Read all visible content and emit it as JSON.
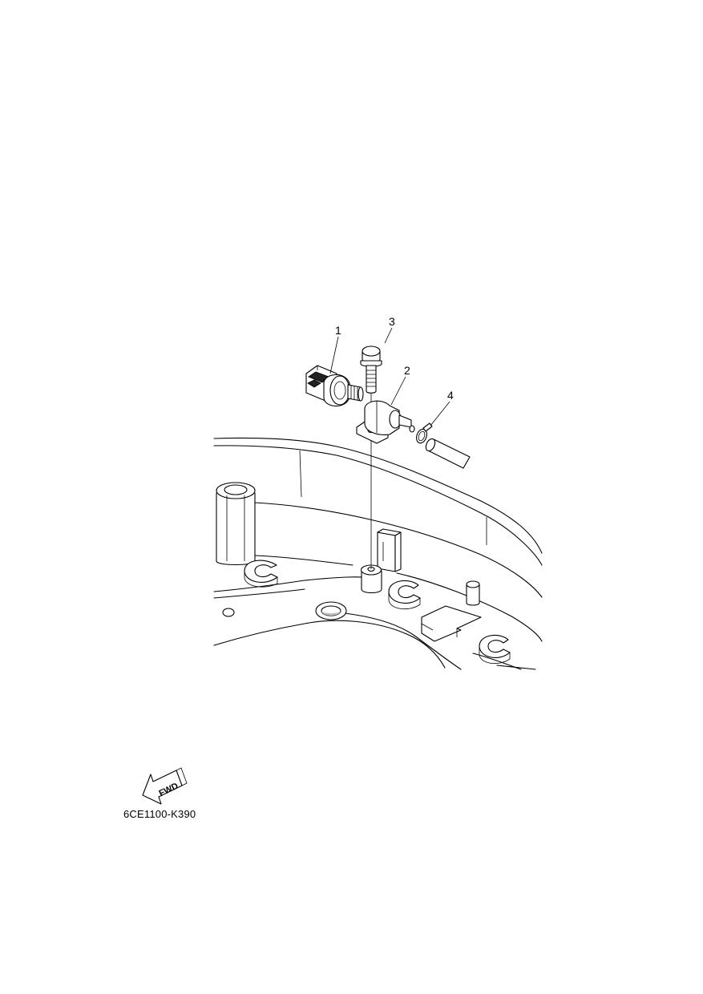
{
  "callouts": [
    {
      "id": "callout-1",
      "text": "1",
      "part": "oil-pressure-switch"
    },
    {
      "id": "callout-2",
      "text": "2",
      "part": "joint-fitting"
    },
    {
      "id": "callout-3",
      "text": "3",
      "part": "bolt"
    },
    {
      "id": "callout-4",
      "text": "4",
      "part": "hose-clip"
    }
  ],
  "fwd_arrow": {
    "text": "FWD",
    "icon": "fwd-arrow-icon"
  },
  "drawing_code": "6CE1100-K390"
}
